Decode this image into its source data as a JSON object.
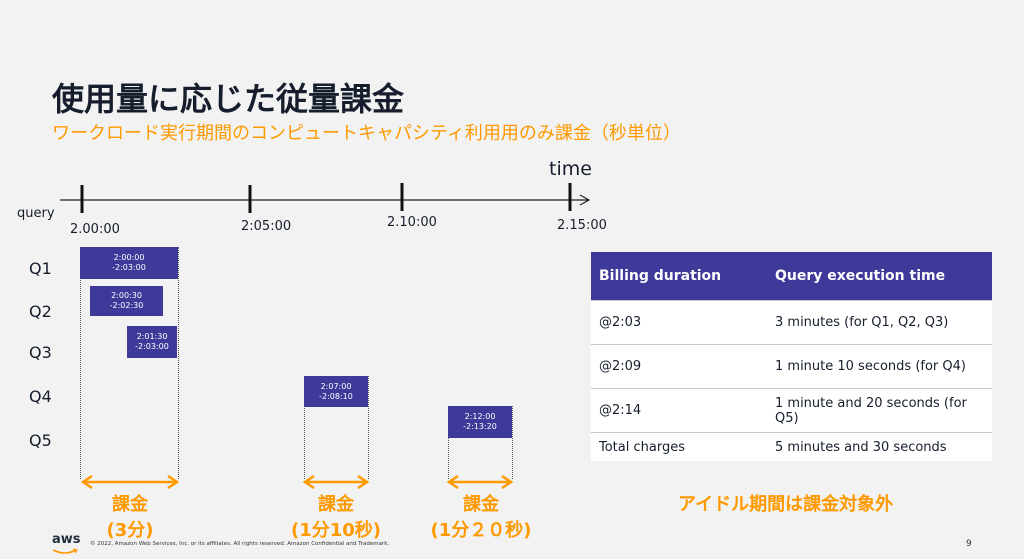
{
  "title": "使用量に応じた従量課金",
  "subtitle": "ワークロード実行期間のコンピュートキャパシティ利用用のみ課金（秒単位）",
  "timeline": {
    "axis_label": "time",
    "row_label": "query",
    "ticks": [
      "2.00:00",
      "2:05:00",
      "2.10:00",
      "2.15:00"
    ]
  },
  "queries": [
    {
      "label": "Q1",
      "start": "2:00:00",
      "end": "-2:03:00"
    },
    {
      "label": "Q2",
      "start": "2:00:30",
      "end": "-2:02:30"
    },
    {
      "label": "Q3",
      "start": "2:01:30",
      "end": "-2:03:00"
    },
    {
      "label": "Q4",
      "start": "2:07:00",
      "end": "-2:08:10"
    },
    {
      "label": "Q5",
      "start": "2:12:00",
      "end": "-2:13:20"
    }
  ],
  "charges": [
    {
      "label": "課金",
      "detail": "(3分)"
    },
    {
      "label": "課金",
      "detail": "(1分10秒)"
    },
    {
      "label": "課金",
      "detail": "(1分２０秒)"
    }
  ],
  "idle_note": "アイドル期間は課金対象外",
  "table": {
    "headers": [
      "Billing duration",
      "Query execution time"
    ],
    "rows": [
      [
        "@2:03",
        "3 minutes (for Q1, Q2, Q3)"
      ],
      [
        "@2:09",
        "1 minute 10 seconds (for Q4)"
      ],
      [
        "@2:14",
        "1 minute and 20 seconds (for Q5)"
      ],
      [
        "Total charges",
        "5 minutes and 30 seconds"
      ]
    ]
  },
  "footer": {
    "logo": "aws",
    "copyright": "© 2022, Amazon Web Services, Inc. or its affiliates. All rights reserved. Amazon Confidential and Trademark.",
    "page": "9"
  },
  "colors": {
    "accent": "#ff9900",
    "bar": "#3f3a9a",
    "heading": "#161e2d"
  }
}
